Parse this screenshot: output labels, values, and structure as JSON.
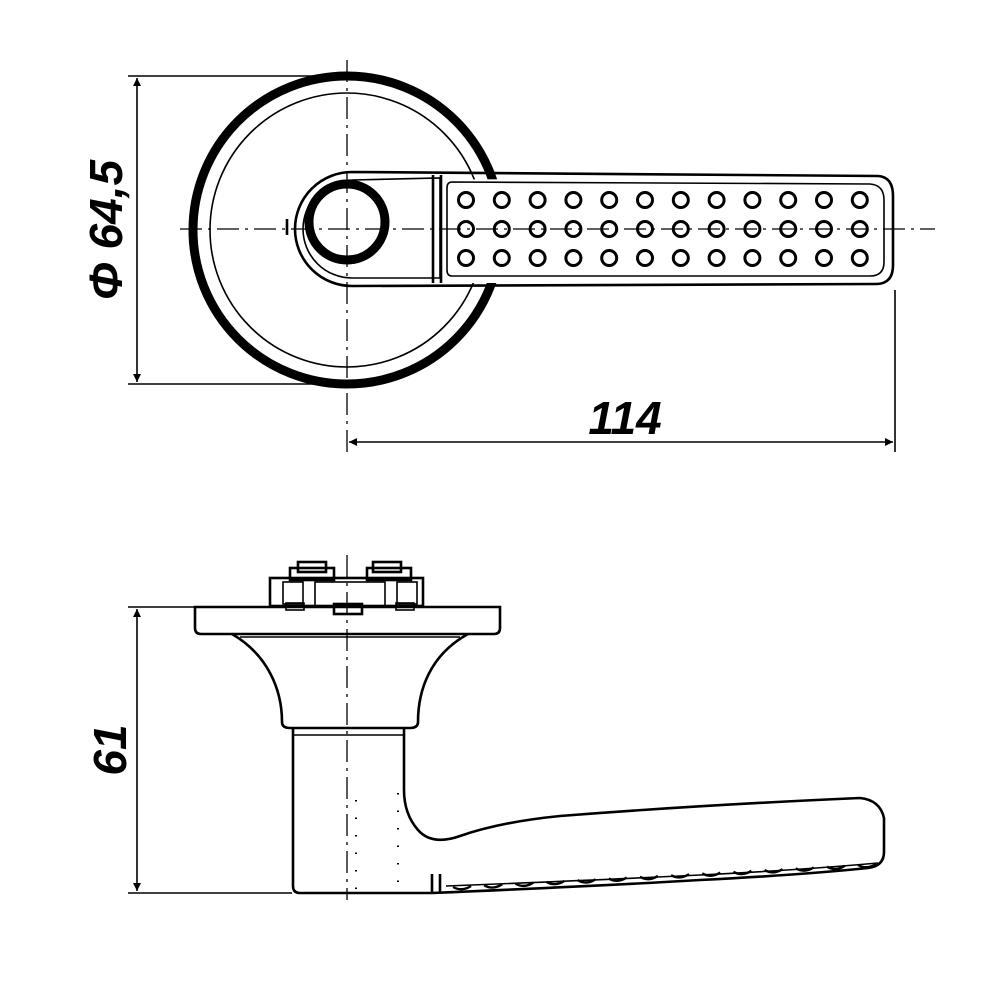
{
  "dimensions": {
    "diameter_label": "Φ 64,5",
    "length_label": "114",
    "height_label": "61"
  },
  "top_view": {
    "dot_rows": 3,
    "dot_cols": 12
  },
  "side_view": {
    "groove_marks": 14
  }
}
